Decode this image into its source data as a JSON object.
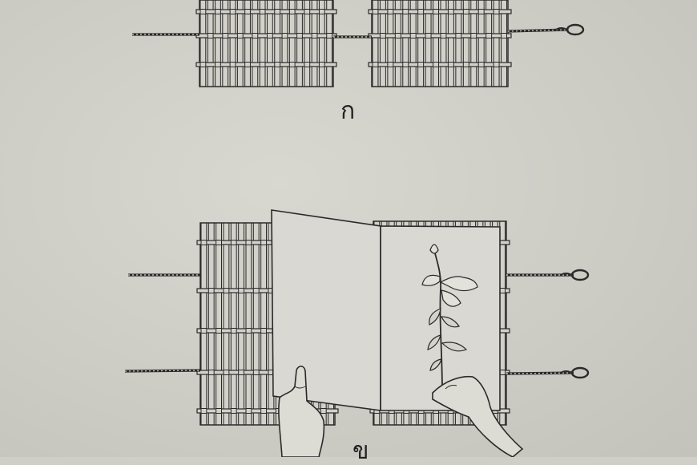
{
  "figures": [
    {
      "caption": "ก"
    },
    {
      "caption": "ข"
    }
  ],
  "colors": {
    "paper": "#d3d2cb",
    "ink": "#2a2a2a",
    "sheet": "#d9d8d2"
  },
  "icons": [
    "woven-press-frame",
    "rope-loop",
    "plant-specimen",
    "hand"
  ]
}
